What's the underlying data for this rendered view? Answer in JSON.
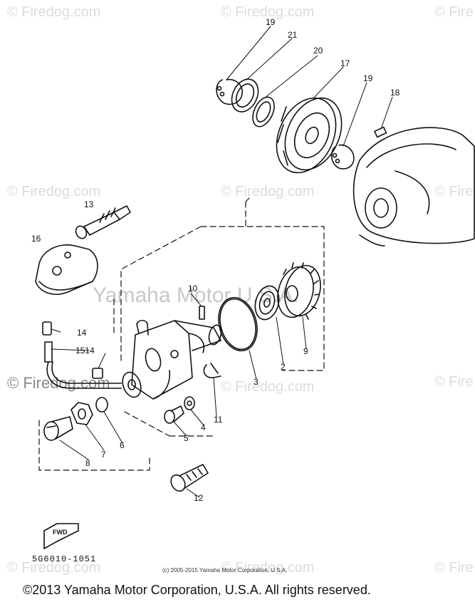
{
  "watermarks": {
    "firedog": "© Firedog.com",
    "firedog_short": "© Fire",
    "firedog_left": "Firedog.com",
    "yamaha_center": "Yamaha Motor U.S.A."
  },
  "callouts": {
    "c19a": "19",
    "c21": "21",
    "c20": "20",
    "c17": "17",
    "c19b": "19",
    "c18": "18",
    "c13": "13",
    "c16": "16",
    "c10": "10",
    "c14": "14",
    "c1514": "1514",
    "c3": "3",
    "c2": "2",
    "c9": "9",
    "c11": "11",
    "c4": "4",
    "c5": "5",
    "c6": "6",
    "c7": "7",
    "c8": "8",
    "c12": "12"
  },
  "fwd_label": "FWD",
  "part_code": "5G6010-1051",
  "small_copyright": "(c) 2005-2015 Yamaha Motor Corporation, U.S.A.",
  "footer_copyright": "©2013 Yamaha Motor Corporation, U.S.A. All rights reserved."
}
